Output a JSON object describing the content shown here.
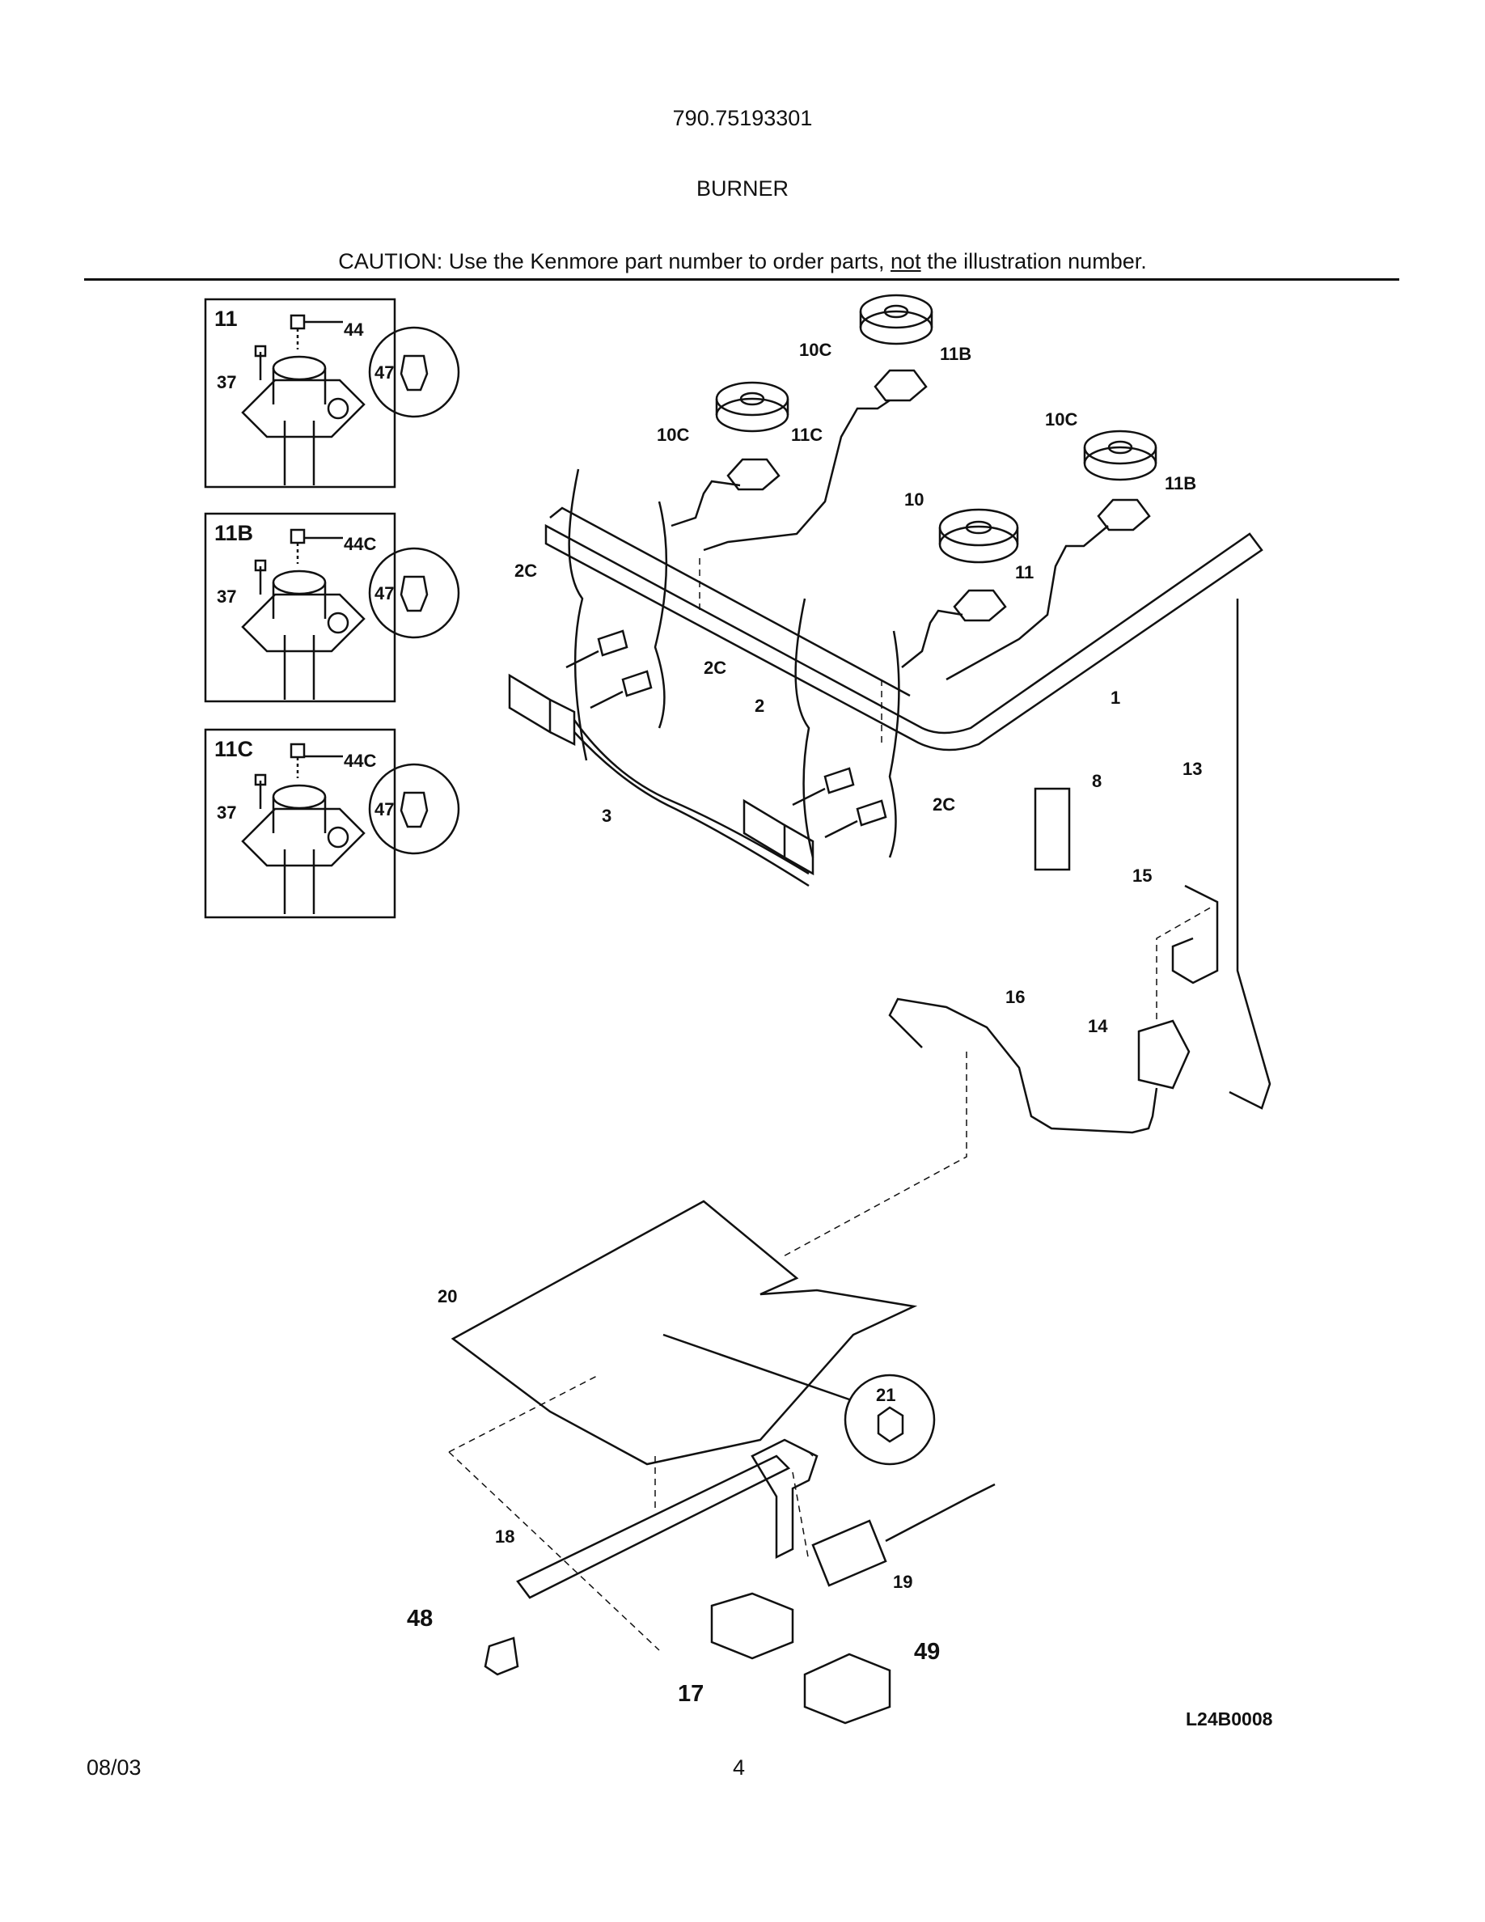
{
  "header": {
    "model": "790.75193301",
    "section": "BURNER",
    "caution_prefix": "CAUTION: Use the Kenmore part number to order parts, ",
    "caution_emphasis": "not",
    "caution_suffix": " the illustration number."
  },
  "insets": [
    {
      "title": "11",
      "callouts": [
        "44",
        "37",
        "47"
      ]
    },
    {
      "title": "11B",
      "callouts": [
        "44C",
        "37",
        "47"
      ]
    },
    {
      "title": "11C",
      "callouts": [
        "44C",
        "37",
        "47"
      ]
    }
  ],
  "callouts": {
    "c10c_a": "10C",
    "c11b_a": "11B",
    "c10c_b": "10C",
    "c11c": "11C",
    "c10c_c": "10C",
    "c11b_b": "11B",
    "c10": "10",
    "c11": "11",
    "c2c_a": "2C",
    "c2c_b": "2C",
    "c2": "2",
    "c2c_c": "2C",
    "c3": "3",
    "c1": "1",
    "c8": "8",
    "c13": "13",
    "c15": "15",
    "c16": "16",
    "c14": "14",
    "c20": "20",
    "c21": "21",
    "c18": "18",
    "c19": "19",
    "c48": "48",
    "c17": "17",
    "c49": "49"
  },
  "footer": {
    "date": "08/03",
    "page": "4",
    "figure_code": "L24B0008"
  }
}
